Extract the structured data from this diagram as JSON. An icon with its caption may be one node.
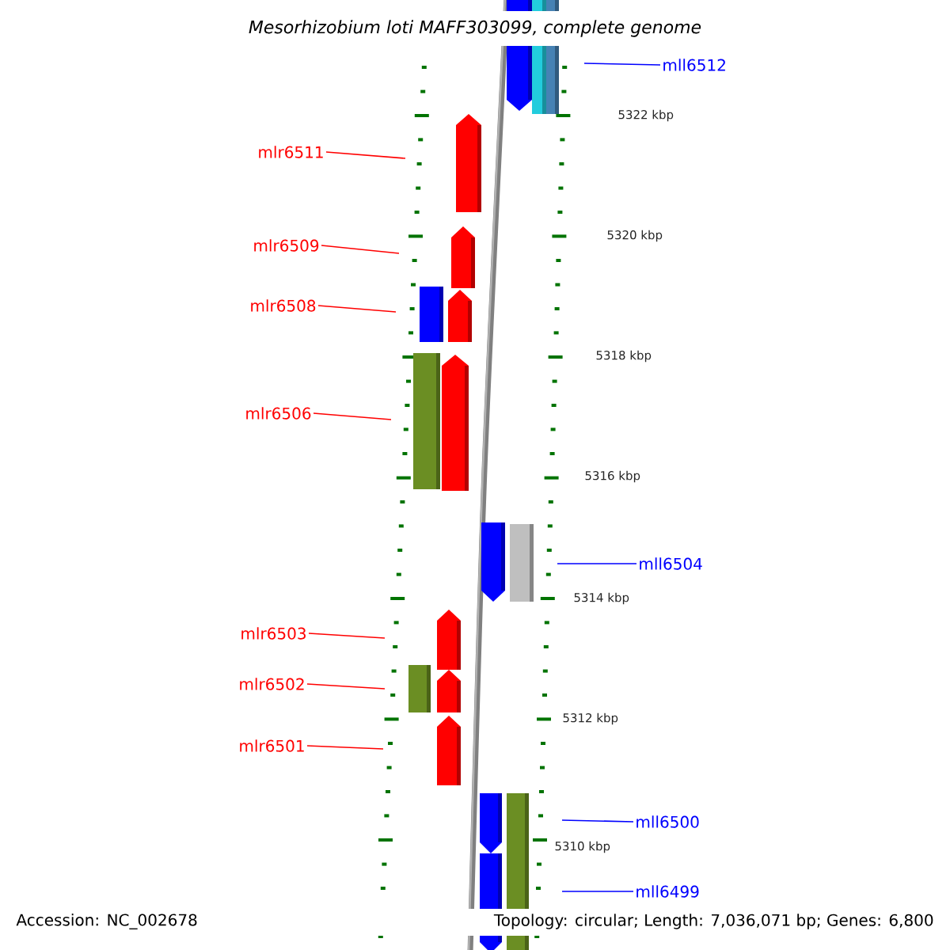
{
  "diagram": {
    "title": "*Mesorhizobium loti* MAFF303099, complete genome",
    "nodes": [
      {
        "text": [
          "mll6512"
        ]
      },
      {
        "text": [
          "mlr6511"
        ]
      },
      {
        "text": [
          "mlr6509"
        ]
      },
      {
        "text": [
          "mlr6508"
        ]
      },
      {
        "text": [
          "mlr6506"
        ]
      },
      {
        "text": [
          "mll6504"
        ]
      },
      {
        "text": [
          "mlr6503"
        ]
      },
      {
        "text": [
          "mlr6502"
        ]
      },
      {
        "text": [
          "mlr6501"
        ]
      },
      {
        "text": [
          "mll6500"
        ]
      },
      {
        "text": [
          "mll6499"
        ]
      }
    ],
    "edges": [
      {
        "from": 0,
        "to": null,
        "arrow": "none",
        "color": "#0000ff"
      },
      {
        "from": 1,
        "to": null,
        "arrow": "none",
        "color": "#ff0000"
      },
      {
        "from": 2,
        "to": null,
        "arrow": "none",
        "color": "#ff0000"
      },
      {
        "from": 3,
        "to": null,
        "arrow": "none",
        "color": "#ff0000"
      },
      {
        "from": 4,
        "to": null,
        "arrow": "none",
        "color": "#ff0000"
      },
      {
        "from": 5,
        "to": null,
        "arrow": "none",
        "color": "#0000ff"
      },
      {
        "from": 6,
        "to": null,
        "arrow": "none",
        "color": "#ff0000"
      },
      {
        "from": 7,
        "to": null,
        "arrow": "none",
        "color": "#ff0000"
      },
      {
        "from": 8,
        "to": null,
        "arrow": "none",
        "color": "#ff0000"
      },
      {
        "from": 9,
        "to": null,
        "arrow": "none",
        "color": "#0000ff"
      },
      {
        "from": 10,
        "to": null,
        "arrow": "none",
        "color": "#0000ff"
      }
    ],
    "labels": [
      "5322 kbp",
      "5320 kbp",
      "5318 kbp",
      "5316 kbp",
      "5314 kbp",
      "5312 kbp",
      "5310 kbp",
      "Accession: NC_002678",
      "Topology: circular; Length: 7,036,071 bp; Genes: 6,800"
    ]
  }
}
